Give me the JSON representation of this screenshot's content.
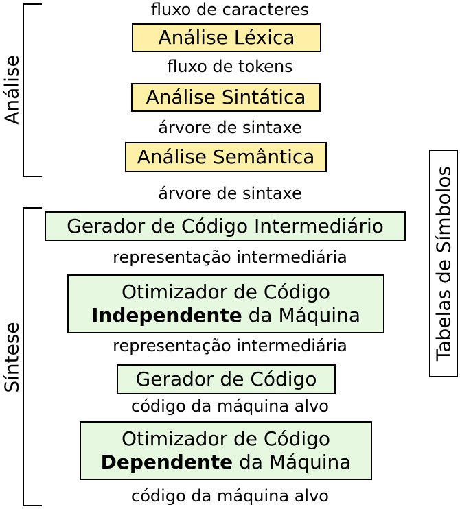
{
  "flow": {
    "l1": "fluxo de caracteres",
    "l2": "fluxo de tokens",
    "l3": "árvore de sintaxe",
    "l4": "árvore de sintaxe",
    "l5": "representação intermediária",
    "l6": "representação intermediária",
    "l7": "código da máquina alvo",
    "l8": "código da máquina alvo"
  },
  "phases": {
    "lexica": "Análise Léxica",
    "sintatica": "Análise Sintática",
    "semantica": "Análise Semântica",
    "gerador_intermediario": "Gerador de Código Intermediário",
    "otim_indep_line1": "Otimizador de Código",
    "otim_indep_bold": "Independente",
    "otim_indep_rest": " da Máquina",
    "gerador_codigo": "Gerador de Código",
    "otim_dep_line1": "Otimizador de Código",
    "otim_dep_bold": "Dependente",
    "otim_dep_rest": " da Máquina"
  },
  "groups": {
    "analise": "Análise",
    "sintese": "Síntese"
  },
  "side_box": "Tabelas de Símbolos",
  "colors": {
    "analysis_fill": "#fff0a8",
    "synthesis_fill": "#e6f8df"
  }
}
